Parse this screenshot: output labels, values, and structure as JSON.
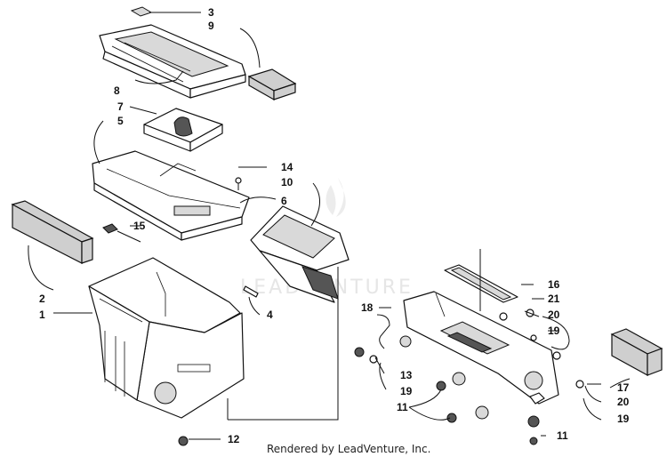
{
  "diagram": {
    "footer": "Rendered by LeadVenture, Inc.",
    "watermark": "LEADVENTURE",
    "callouts": [
      {
        "id": "c3",
        "text": "3"
      },
      {
        "id": "c9",
        "text": "9"
      },
      {
        "id": "c8",
        "text": "8"
      },
      {
        "id": "c7",
        "text": "7"
      },
      {
        "id": "c5",
        "text": "5"
      },
      {
        "id": "c14",
        "text": "14"
      },
      {
        "id": "c10",
        "text": "10"
      },
      {
        "id": "c6",
        "text": "6"
      },
      {
        "id": "c15",
        "text": "15"
      },
      {
        "id": "c2",
        "text": "2"
      },
      {
        "id": "c1",
        "text": "1"
      },
      {
        "id": "c4",
        "text": "4"
      },
      {
        "id": "c12",
        "text": "12"
      },
      {
        "id": "c16",
        "text": "16"
      },
      {
        "id": "c21",
        "text": "21"
      },
      {
        "id": "c18",
        "text": "18"
      },
      {
        "id": "c20a",
        "text": "20"
      },
      {
        "id": "c19a",
        "text": "19"
      },
      {
        "id": "c13",
        "text": "13"
      },
      {
        "id": "c19b",
        "text": "19"
      },
      {
        "id": "c11a",
        "text": "11"
      },
      {
        "id": "c17",
        "text": "17"
      },
      {
        "id": "c20b",
        "text": "20"
      },
      {
        "id": "c19c",
        "text": "19"
      },
      {
        "id": "c11b",
        "text": "11"
      }
    ]
  }
}
